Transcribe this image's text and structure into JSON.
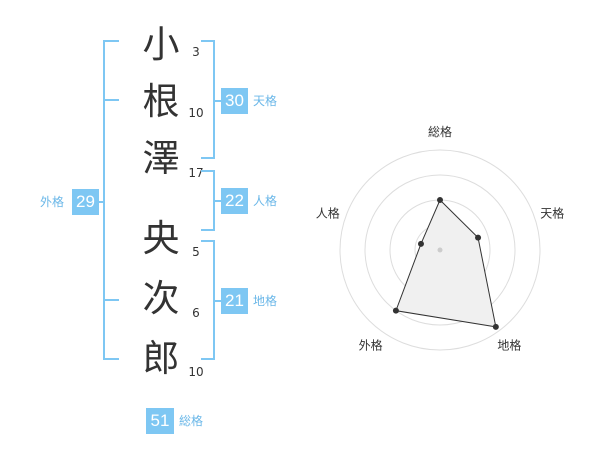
{
  "name": {
    "chars": [
      {
        "char": "小",
        "strokes": "3"
      },
      {
        "char": "根",
        "strokes": "10"
      },
      {
        "char": "澤",
        "strokes": "17"
      },
      {
        "char": "央",
        "strokes": "5"
      },
      {
        "char": "次",
        "strokes": "6"
      },
      {
        "char": "郎",
        "strokes": "10"
      }
    ]
  },
  "scores": {
    "tenkaku": {
      "value": "30",
      "label": "天格"
    },
    "jinkaku": {
      "value": "22",
      "label": "人格"
    },
    "chikaku": {
      "value": "21",
      "label": "地格"
    },
    "gaikaku": {
      "value": "29",
      "label": "外格"
    },
    "soukaku": {
      "value": "51",
      "label": "総格"
    }
  },
  "colors": {
    "accent": "#7ec7f3",
    "accent_text": "#6ab7e8",
    "text": "#333333",
    "ring": "#dddddd",
    "fill": "#f0f0f0"
  },
  "radar": {
    "axes": [
      "総格",
      "天格",
      "地格",
      "外格",
      "人格"
    ],
    "levels": 4,
    "values": [
      0.5,
      0.4,
      0.95,
      0.75,
      0.2
    ]
  }
}
